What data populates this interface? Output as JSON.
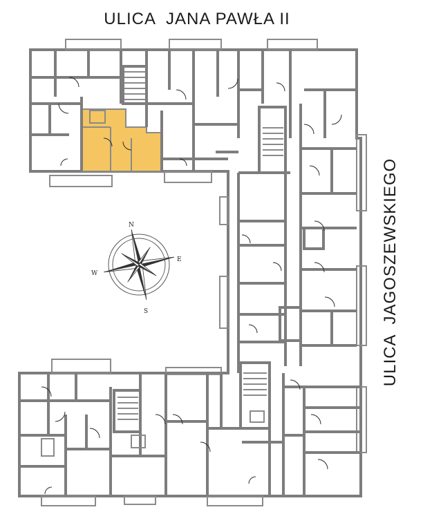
{
  "streets": {
    "top": "ULICA  JANA PAWŁA II",
    "right": "ULICA  JAGOSZEWSKIEGO"
  },
  "compass": {
    "north": "N",
    "south": "S",
    "east": "E",
    "west": "W"
  },
  "colors": {
    "highlight": "#f4c561",
    "walls": "#7d7d7d"
  }
}
